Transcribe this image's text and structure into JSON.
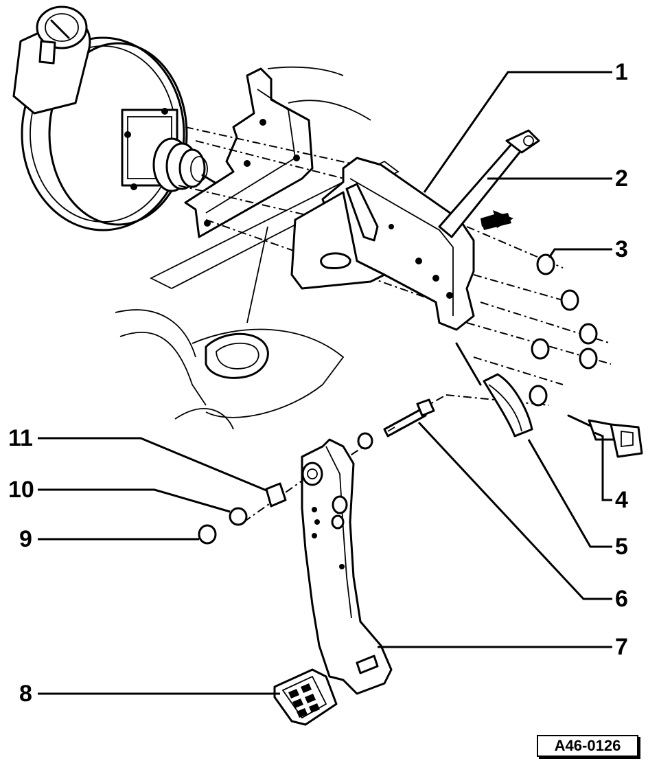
{
  "callouts": [
    "1",
    "2",
    "3",
    "4",
    "5",
    "6",
    "7",
    "8",
    "9",
    "10",
    "11"
  ],
  "reference_code": "A46-0126"
}
